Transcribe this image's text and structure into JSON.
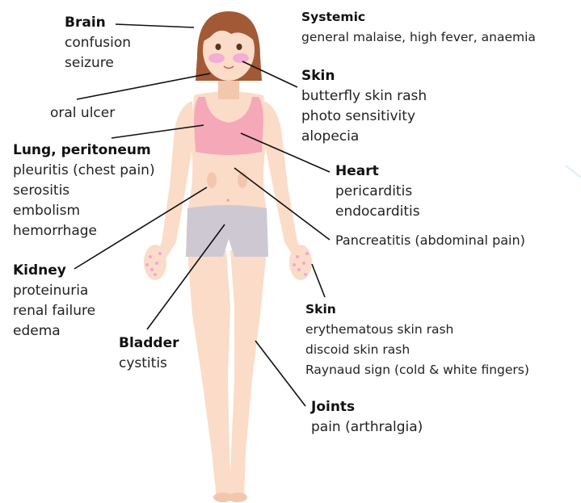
{
  "labels": {
    "brain": {
      "title": "Brain",
      "items": [
        "confusion",
        "seizure"
      ]
    },
    "oral": {
      "items": [
        "oral ulcer"
      ]
    },
    "lung": {
      "title": "Lung, peritoneum",
      "items": [
        "pleuritis (chest pain)",
        "serositis",
        "embolism",
        "hemorrhage"
      ]
    },
    "kidney": {
      "title": "Kidney",
      "items": [
        "proteinuria",
        "renal failure",
        "edema"
      ]
    },
    "bladder": {
      "title": "Bladder",
      "items": [
        "cystitis"
      ]
    },
    "systemic": {
      "title": "Systemic",
      "items": [
        "general malaise, high fever, anaemia"
      ]
    },
    "skin1": {
      "title": "Skin",
      "items": [
        "butterfly skin rash",
        "photo sensitivity",
        "alopecia"
      ]
    },
    "heart": {
      "title": "Heart",
      "items": [
        "pericarditis",
        "endocarditis"
      ]
    },
    "pancreas": {
      "items": [
        "Pancreatitis (abdominal pain)"
      ]
    },
    "skin2": {
      "title": "Skin",
      "items": [
        "erythematous skin rash",
        "discoid skin rash",
        "Raynaud sign (cold & white fingers)"
      ]
    },
    "joints": {
      "title": "Joints",
      "items": [
        "pain (arthralgia)"
      ]
    }
  },
  "colors": {
    "skin": "#fbdcc8",
    "skin_shade": "#f2c7ad",
    "hair": "#a25a36",
    "top": "#f5a8b8",
    "shorts": "#cdc8d2",
    "rash": "#f0a6d8",
    "line": "#111111"
  }
}
